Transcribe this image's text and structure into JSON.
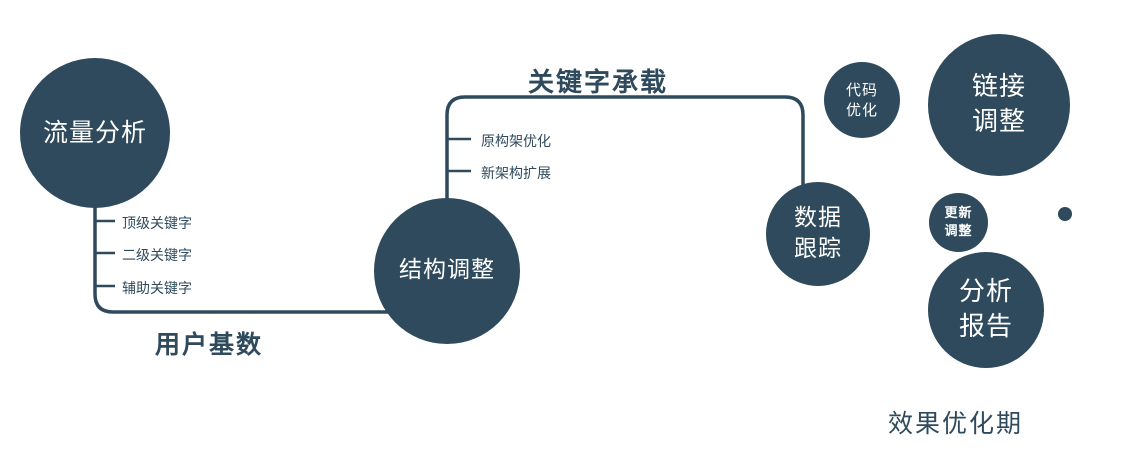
{
  "colors": {
    "primary": "#2e4a5c",
    "background": "#ffffff",
    "node_text": "#ffffff"
  },
  "nodes": {
    "traffic": {
      "label": "流量分析"
    },
    "structure": {
      "label": "结构调整"
    },
    "data_tracking": {
      "label": "数据\n跟踪"
    },
    "code_optimization": {
      "label": "代码\n优化"
    },
    "link_adjustment": {
      "label": "链接\n调整"
    },
    "update_adjustment": {
      "label": "更新\n调整"
    },
    "analysis_report": {
      "label": "分析\n报告"
    }
  },
  "branches": {
    "traffic_keywords": [
      "顶级关键字",
      "二级关键字",
      "辅助关键字"
    ],
    "structure_items": [
      "原构架优化",
      "新架构扩展"
    ]
  },
  "edge_labels": {
    "user_base": "用户基数",
    "keyword_carrying": "关键字承载"
  },
  "footer": {
    "label": "效果优化期"
  }
}
